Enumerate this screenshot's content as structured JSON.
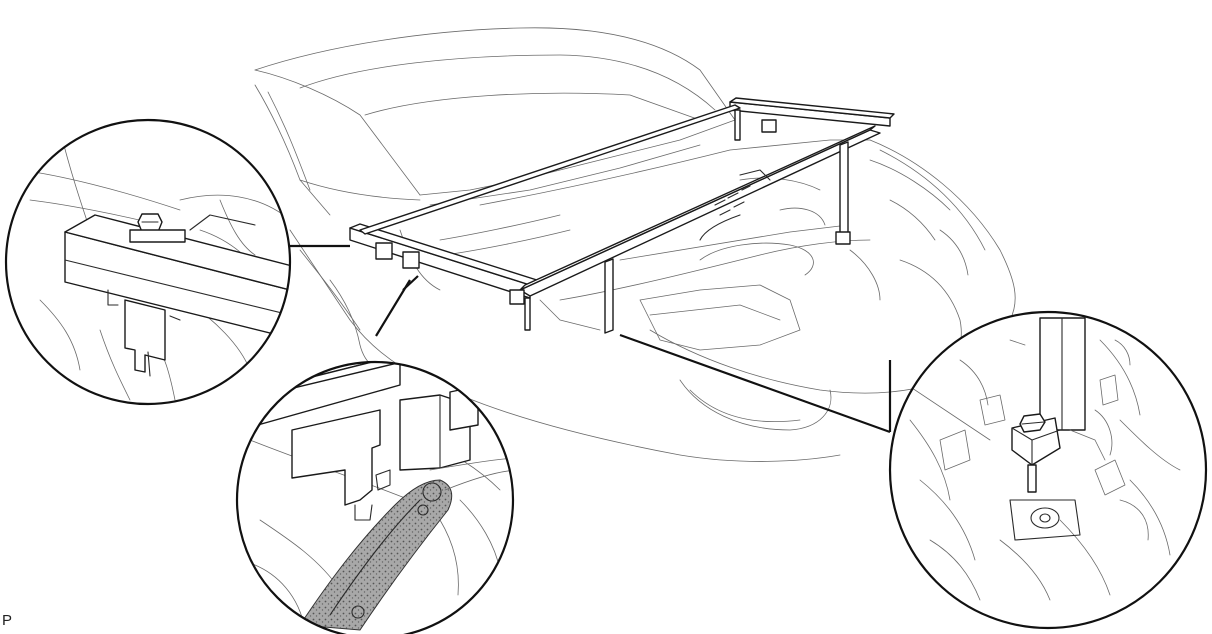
{
  "figure": {
    "code_label": "P",
    "colors": {
      "line": "#2a2a2a",
      "thin": "#6a6a6a",
      "background": "#ffffff",
      "sealer": "#9a9a9a"
    },
    "views": [
      "main-vehicle-view",
      "detail-view-left-bracket",
      "detail-view-center-bracket",
      "detail-view-right-bracket"
    ]
  }
}
